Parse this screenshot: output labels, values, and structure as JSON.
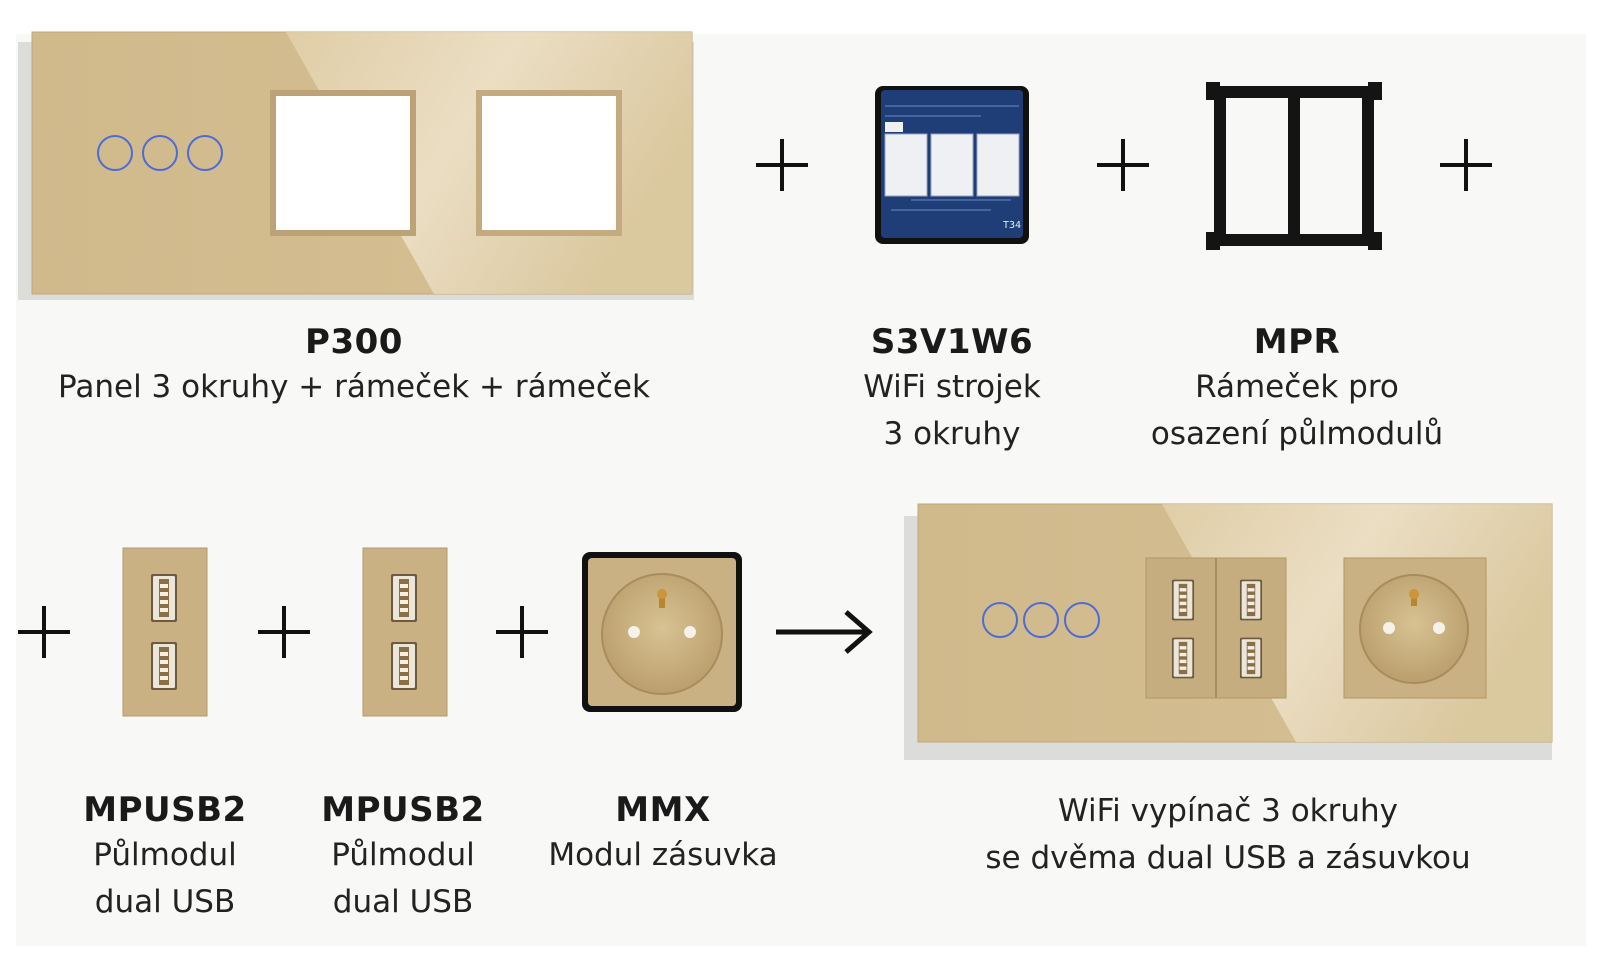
{
  "colors": {
    "gold_glass": "#d1bb8e",
    "gold_module": "#c9b184",
    "touch_ring": "#4c6bd6",
    "mechanism_blue": "#1f3e78",
    "frame_black": "#111111",
    "text": "#1a1a1a"
  },
  "icons": {
    "plus": "plus-icon",
    "arrow": "arrow-right-icon",
    "usb": "usb-port-icon",
    "touch": "touch-button-icon",
    "socket": "power-socket-icon"
  },
  "products": {
    "p300": {
      "code": "P300",
      "description": [
        "Panel 3 okruhy + rámeček + rámeček"
      ]
    },
    "s3v1w6": {
      "code": "S3V1W6",
      "description": [
        "WiFi strojek",
        "3 okruhy"
      ],
      "board_marking": "T34"
    },
    "mpr": {
      "code": "MPR",
      "description": [
        "Rámeček pro",
        "osazení půlmodulů"
      ]
    },
    "mpusb2_a": {
      "code": "MPUSB2",
      "description": [
        "Půlmodul",
        "dual USB"
      ]
    },
    "mpusb2_b": {
      "code": "MPUSB2",
      "description": [
        "Půlmodul",
        "dual USB"
      ]
    },
    "mmx": {
      "code": "MMX",
      "description": [
        "Modul zásuvka"
      ]
    }
  },
  "result": {
    "description": [
      "WiFi vypínač 3 okruhy",
      "se dvěma dual USB a zásuvkou"
    ]
  }
}
